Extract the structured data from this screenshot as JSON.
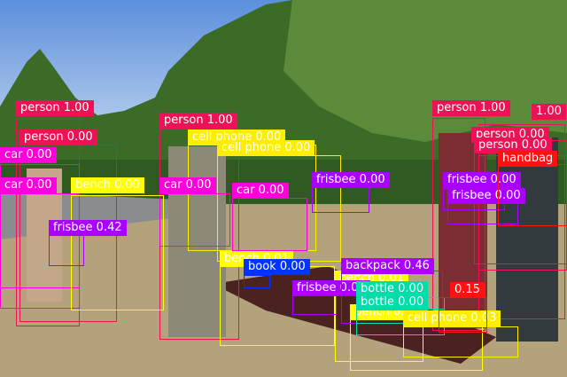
{
  "colors": {
    "person": "#ee1155",
    "cell_phone": "#ffee00",
    "car": "#ff00dd",
    "bench": "#ffff00",
    "frisbee": "#aa00ff",
    "book": "#0033ff",
    "backpack": "#aa00ff",
    "bottle": "#00ddaa",
    "handbag": "#ff1111"
  },
  "detections": [
    {
      "label": "person 1.00",
      "cls": "person"
    },
    {
      "label": "person 1.00",
      "cls": "person"
    },
    {
      "label": "person 1.00",
      "cls": "person"
    },
    {
      "label": "1.00",
      "cls": "person"
    },
    {
      "label": "person 0.00",
      "cls": "person"
    },
    {
      "label": "person 0.00",
      "cls": "person"
    },
    {
      "label": "person 0.00",
      "cls": "person"
    },
    {
      "label": "cell phone 0.00",
      "cls": "cell_phone"
    },
    {
      "label": "cell phone 0.00",
      "cls": "cell_phone"
    },
    {
      "label": "car 0.00",
      "cls": "car"
    },
    {
      "label": "car 0.00",
      "cls": "car"
    },
    {
      "label": "car 0.00",
      "cls": "car"
    },
    {
      "label": "car 0.00",
      "cls": "car"
    },
    {
      "label": "bench 0.00",
      "cls": "bench"
    },
    {
      "label": "bench 0.01",
      "cls": "bench"
    },
    {
      "label": "bench 0.01",
      "cls": "bench"
    },
    {
      "label": "bench 0.00",
      "cls": "bench"
    },
    {
      "label": "frisbee 0.42",
      "cls": "frisbee"
    },
    {
      "label": "frisbee 0.00",
      "cls": "frisbee"
    },
    {
      "label": "frisbee 0.00",
      "cls": "frisbee"
    },
    {
      "label": "frisbee 0.00",
      "cls": "frisbee"
    },
    {
      "label": "frisbee 0.00",
      "cls": "frisbee"
    },
    {
      "label": "book 0.00",
      "cls": "book"
    },
    {
      "label": "backpack 0.46",
      "cls": "backpack"
    },
    {
      "label": "bottle 0.00",
      "cls": "bottle"
    },
    {
      "label": "bottle 0.00",
      "cls": "bottle"
    },
    {
      "label": "cell phone 0.03",
      "cls": "cell_phone"
    },
    {
      "label": "handbag",
      "cls": "handbag"
    },
    {
      "label": "0.15",
      "cls": "handbag"
    }
  ]
}
